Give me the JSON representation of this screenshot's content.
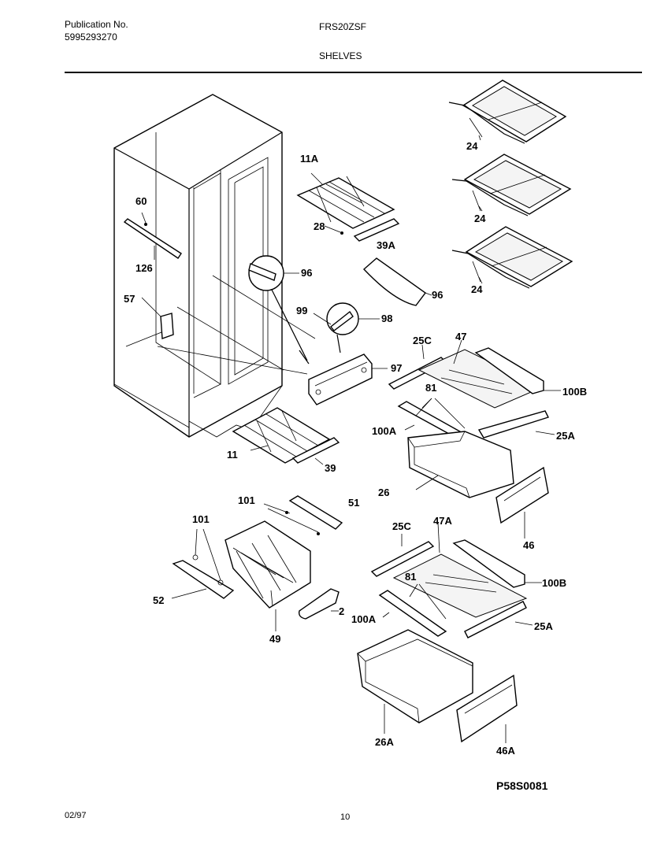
{
  "header": {
    "publication_label": "Publication No.",
    "publication_number": "5995293270",
    "model": "FRS20ZSF",
    "section": "SHELVES"
  },
  "footer": {
    "date": "02/97",
    "page": "10",
    "drawing_code": "P58S0081"
  },
  "callouts": {
    "c60": "60",
    "c126": "126",
    "c57": "57",
    "c11A": "11A",
    "c28a": "28",
    "c39A": "39A",
    "c96a": "96",
    "c99": "99",
    "c98": "98",
    "c96b": "96",
    "c97": "97",
    "c11": "11",
    "c39": "39",
    "c24a": "24",
    "c24b": "24",
    "c24c": "24",
    "c25C": "25C",
    "c47": "47",
    "c81a": "81",
    "c100B": "100B",
    "c100A": "100A",
    "c25A": "25A",
    "c26": "26",
    "c46": "46",
    "c101a": "101",
    "c51": "51",
    "c101b": "101",
    "c52": "52",
    "c49": "49",
    "c2": "2",
    "c25Cb": "25C",
    "c47A": "47A",
    "c81b": "81",
    "c100Bb": "100B",
    "c100Ab": "100A",
    "c25Ab": "25A",
    "c26A": "26A",
    "c46A": "46A"
  }
}
